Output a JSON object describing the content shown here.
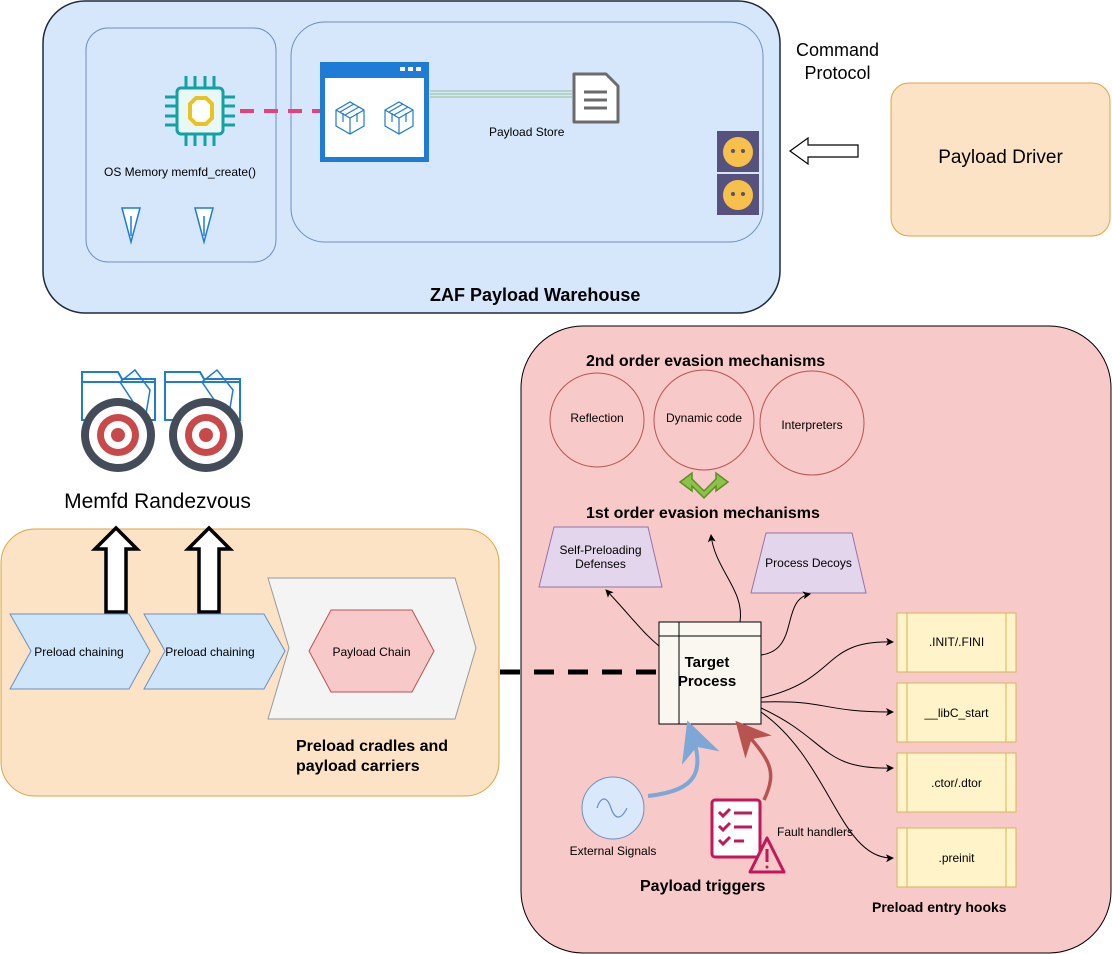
{
  "warehouse": {
    "title": "ZAF Payload Warehouse",
    "os_memory_label": "OS Memory memfd_create()",
    "payload_store_label": "Payload Store"
  },
  "command_protocol": {
    "line1": "Command",
    "line2": "Protocol"
  },
  "payload_driver": {
    "label": "Payload Driver"
  },
  "memfd": {
    "label": "Memfd Randezvous"
  },
  "cradles": {
    "chain1": "Preload chaining",
    "chain2": "Preload chaining",
    "payload_chain": "Payload Chain",
    "caption_line1": "Preload cradles and",
    "caption_line2": "payload carriers"
  },
  "evasion": {
    "second_order_title": "2nd order evasion mechanisms",
    "reflection": "Reflection",
    "dynamic_code": "Dynamic code",
    "interpreters": "Interpreters",
    "first_order_title": "1st order evasion mechanisms",
    "self_preloading_line1": "Self-Preloading",
    "self_preloading_line2": "Defenses",
    "process_decoys": "Process Decoys",
    "target_line1": "Target",
    "target_line2": "Process"
  },
  "hooks": {
    "init_fini": ".INIT/.FINI",
    "libc_start": "__libC_start",
    "ctor_dtor": ".ctor/.dtor",
    "preinit": ".preinit",
    "caption": "Preload entry hooks"
  },
  "triggers": {
    "external_signals": "External Signals",
    "fault_handlers": "Fault handlers",
    "caption": "Payload triggers"
  },
  "colors": {
    "warehouse_fill": "#d6e7fb",
    "warehouse_border": "#1f2a3c",
    "orange_fill": "#fde3c6",
    "orange_border": "#d9a641",
    "pink_fill": "#f8c9c9",
    "chevron_blue": "#cfe5f9",
    "hook_fill": "#fff4c9",
    "decoy_fill": "#e3d5ec"
  }
}
